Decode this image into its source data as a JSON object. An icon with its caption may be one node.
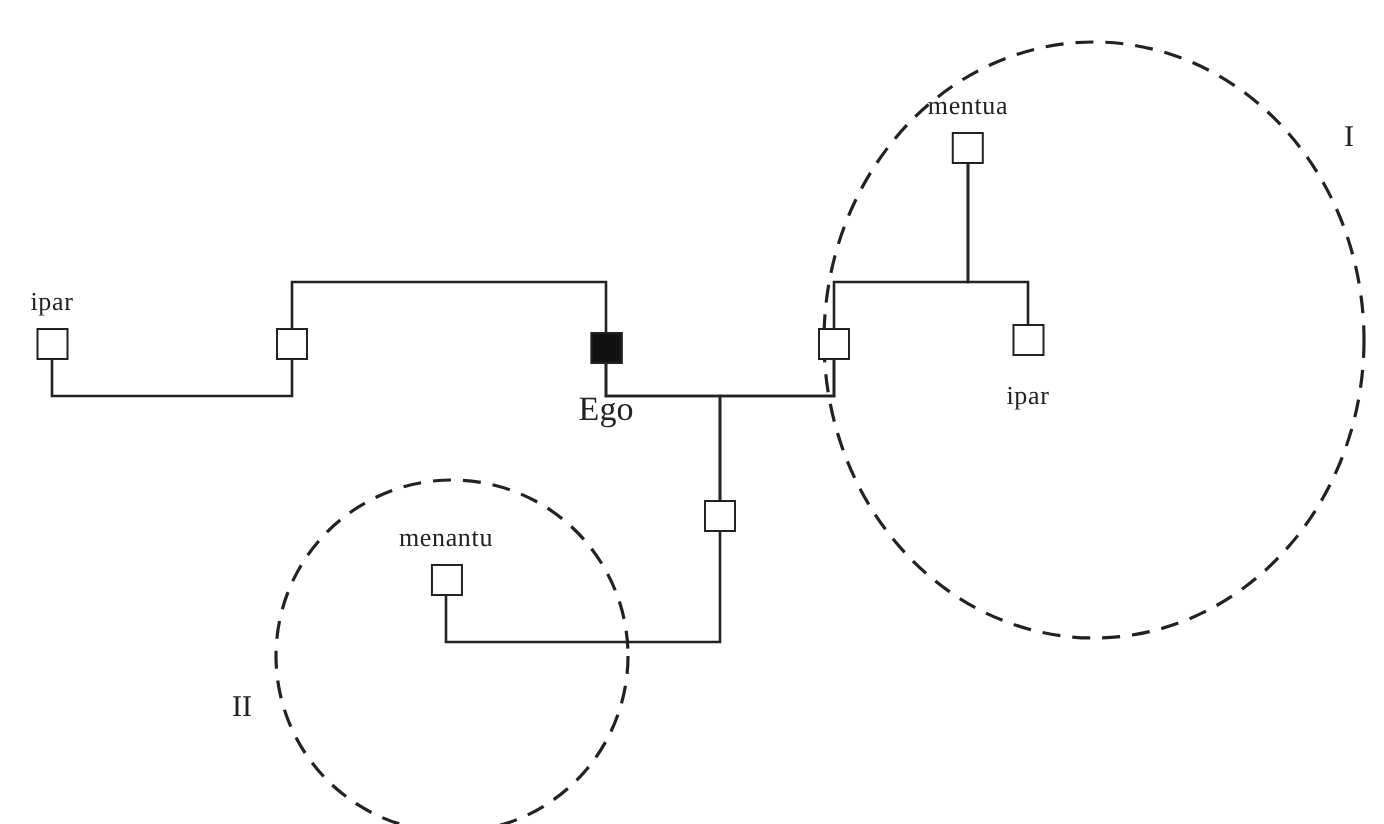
{
  "diagram": {
    "nodes": [
      {
        "text": [],
        "shape": "circle",
        "beside": [
          "I"
        ]
      },
      {
        "text": [
          "mentua"
        ],
        "in": 0
      },
      {
        "text": [
          "ipar"
        ]
      },
      {
        "text": [],
        "shape": "box"
      },
      {
        "text": [
          "Ego"
        ]
      },
      {
        "text": [],
        "shape": "box"
      },
      {
        "text": [
          "ipar"
        ],
        "in": 0
      },
      {
        "text": [],
        "shape": "circle",
        "beside": [
          "II"
        ]
      },
      {
        "text": [
          "menantu"
        ],
        "in": 7
      },
      {
        "text": [],
        "shape": "box"
      }
    ],
    "edges": [
      {
        "from": 2,
        "to": 3,
        "arrow": "none"
      },
      {
        "from": 3,
        "to": 4,
        "arrow": "none"
      },
      {
        "from": 4,
        "to": 5,
        "arrow": "none"
      },
      {
        "from": 4,
        "to": 9,
        "arrow": "none"
      },
      {
        "from": 5,
        "to": 9,
        "arrow": "none"
      },
      {
        "from": 1,
        "to": 5,
        "arrow": "none"
      },
      {
        "from": 1,
        "to": 6,
        "arrow": "none"
      },
      {
        "from": 9,
        "to": 8,
        "arrow": "none"
      }
    ]
  }
}
